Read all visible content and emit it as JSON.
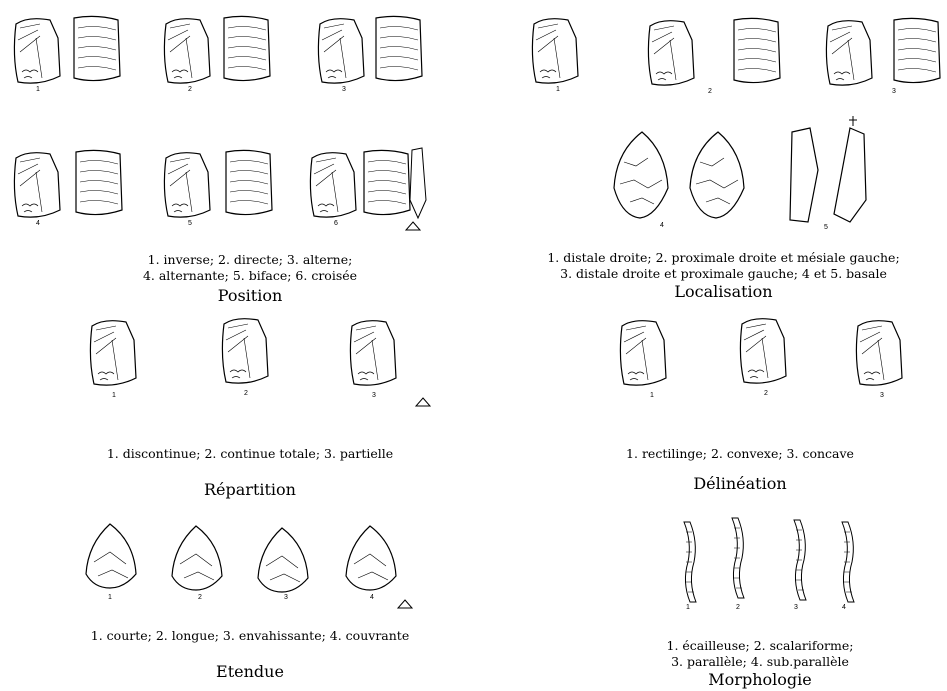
{
  "panels": {
    "position": {
      "caption_line1": "1. inverse; 2. directe; 3. alterne;",
      "caption_line2": "4. alternante; 5. biface; 6. croisée",
      "title": "Position",
      "numbers": [
        "1",
        "2",
        "3",
        "4",
        "5",
        "6"
      ]
    },
    "localisation": {
      "caption_line1": "1. distale droite; 2. proximale droite et mésiale gauche;",
      "caption_line2": "3. distale droite et proximale gauche; 4 et 5. basale",
      "title": "Localisation",
      "numbers": [
        "1",
        "2",
        "3",
        "4",
        "5"
      ]
    },
    "repartition": {
      "caption_line1": "1. discontinue; 2. continue totale; 3. partielle",
      "title": "Répartition",
      "numbers": [
        "1",
        "2",
        "3"
      ]
    },
    "delineation": {
      "caption_line1": "1. rectilinge; 2. convexe; 3. concave",
      "title": "Délinéation",
      "numbers": [
        "1",
        "2",
        "3"
      ]
    },
    "etendue": {
      "caption_line1": "1. courte; 2. longue; 3. envahissante; 4. couvrante",
      "title": "Etendue",
      "numbers": [
        "1",
        "2",
        "3",
        "4"
      ]
    },
    "morphologie": {
      "caption_line1": "1. écailleuse; 2. scalariforme;",
      "caption_line2": "3. parallèle; 4. sub.parallèle",
      "title": "Morphologie",
      "numbers": [
        "1",
        "2",
        "3",
        "4"
      ]
    }
  }
}
